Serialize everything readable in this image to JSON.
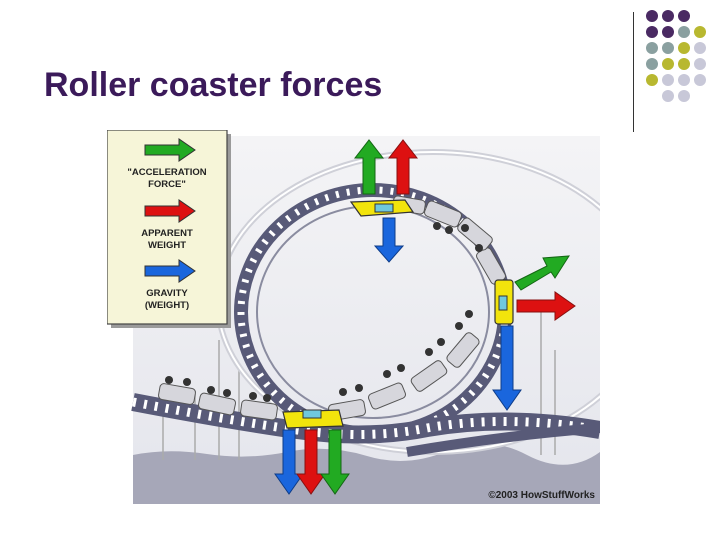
{
  "slide": {
    "title": "Roller coaster forces"
  },
  "decoration": {
    "dot_colors": [
      "#4a2a63",
      "#8aa0a0",
      "#b8b830",
      "#c8c8d8"
    ]
  },
  "legend": {
    "items": [
      {
        "line1": "\"ACCELERATION",
        "line2": "FORCE\"",
        "color": "#22aa22"
      },
      {
        "line1": "APPARENT",
        "line2": "WEIGHT",
        "color": "#dd1111"
      },
      {
        "line1": "GRAVITY",
        "line2": "(WEIGHT)",
        "color": "#1a66dd"
      }
    ]
  },
  "figure": {
    "credit": "©2003 HowStuffWorks",
    "car_color": "#f2e40c",
    "track_color": "#585a78"
  }
}
